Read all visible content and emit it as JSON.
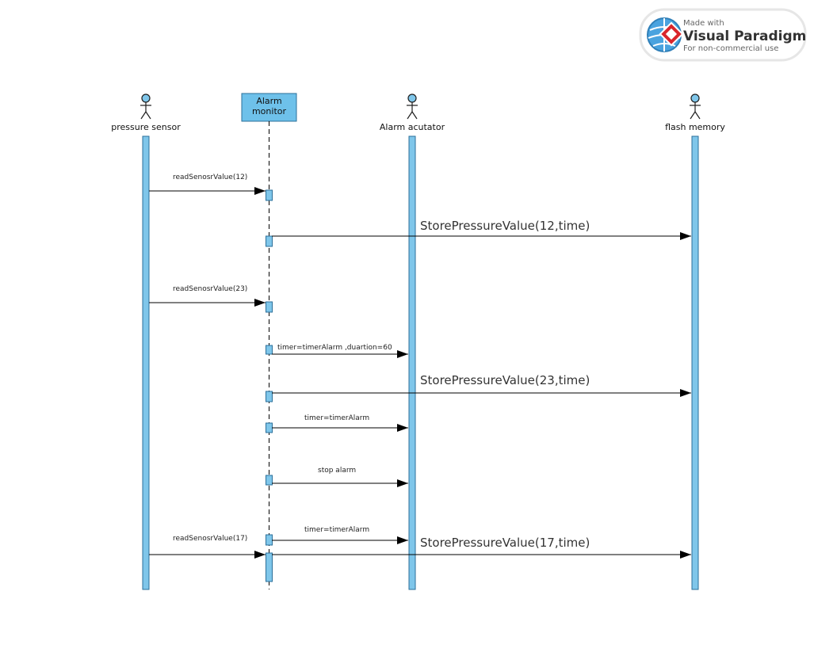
{
  "watermark": {
    "made_with": "Made with",
    "brand": "Visual Paradigm",
    "usage": "For non-commercial use"
  },
  "colors": {
    "bar_fill": "#7fc6ea",
    "bar_stroke": "#2b6f99",
    "box_fill": "#6ec1ea",
    "line": "#000000"
  },
  "participants": [
    {
      "id": "pressure_sensor",
      "kind": "actor",
      "label": "pressure sensor"
    },
    {
      "id": "alarm_monitor",
      "kind": "object",
      "label_line1": "Alarm",
      "label_line2": "monitor"
    },
    {
      "id": "alarm_actuator",
      "kind": "actor",
      "label": "Alarm acutator"
    },
    {
      "id": "flash_memory",
      "kind": "actor",
      "label": "flash memory"
    }
  ],
  "messages": [
    {
      "from": "pressure_sensor",
      "to": "alarm_monitor",
      "label": "readSenosrValue(12)",
      "style": "small"
    },
    {
      "from": "alarm_monitor",
      "to": "flash_memory",
      "label": "StorePressureValue(12,time)",
      "style": "big"
    },
    {
      "from": "pressure_sensor",
      "to": "alarm_monitor",
      "label": "readSenosrValue(23)",
      "style": "small"
    },
    {
      "from": "alarm_monitor",
      "to": "alarm_actuator",
      "label": "timer=timerAlarm ,duartion=60",
      "style": "small"
    },
    {
      "from": "alarm_monitor",
      "to": "flash_memory",
      "label": "StorePressureValue(23,time)",
      "style": "big"
    },
    {
      "from": "alarm_monitor",
      "to": "alarm_actuator",
      "label": "timer=timerAlarm",
      "style": "small"
    },
    {
      "from": "alarm_monitor",
      "to": "alarm_actuator",
      "label": "stop alarm",
      "style": "small"
    },
    {
      "from": "alarm_monitor",
      "to": "alarm_actuator",
      "label": "timer=timerAlarm",
      "style": "small"
    },
    {
      "from": "pressure_sensor",
      "to": "alarm_monitor",
      "label": "readSenosrValue(17)",
      "style": "small"
    },
    {
      "from": "alarm_monitor",
      "to": "flash_memory",
      "label": "StorePressureValue(17,time)",
      "style": "big"
    }
  ]
}
